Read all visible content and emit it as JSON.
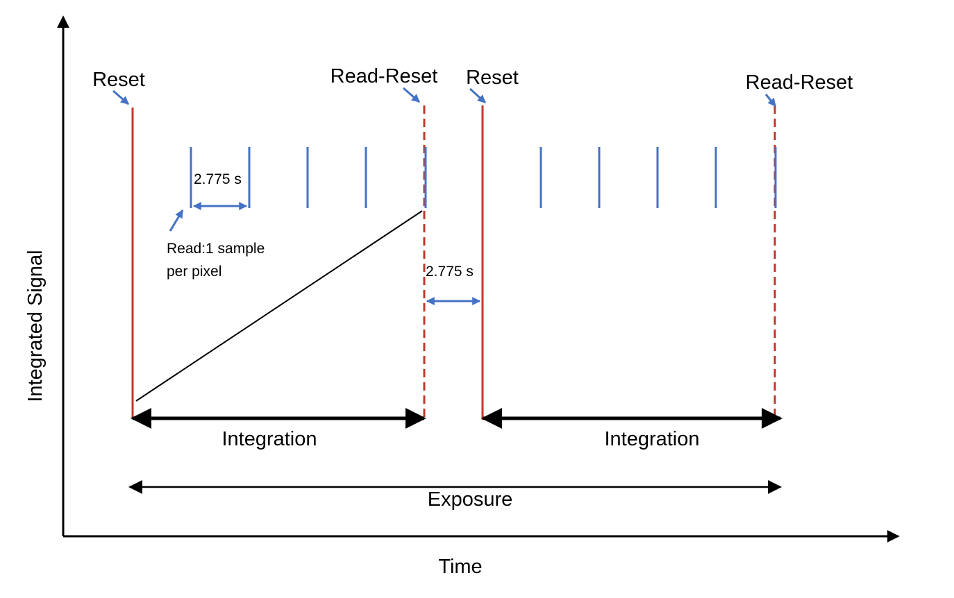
{
  "colors": {
    "reset_line": "#c0392b",
    "read_tick": "#4472c4",
    "axis": "#000000",
    "ramp": "#000000"
  },
  "axes": {
    "x_label": "Time",
    "y_label": "Integrated Signal"
  },
  "labels": {
    "reset_1": "Reset",
    "read_reset_1": "Read-Reset",
    "reset_2": "Reset",
    "read_reset_2": "Read-Reset",
    "read_interval": "2.775 s",
    "read_note_line1": "Read:1 sample",
    "read_note_line2": "per pixel",
    "gap_interval": "2.775 s",
    "integration_1": "Integration",
    "integration_2": "Integration",
    "exposure": "Exposure"
  },
  "reads_per_integration": 5
}
